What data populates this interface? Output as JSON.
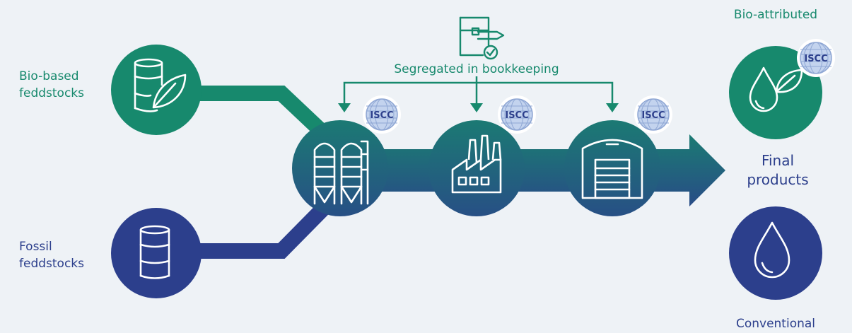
{
  "labels": {
    "bio_feed_line1": "Bio-based",
    "bio_feed_line2": "feddstocks",
    "fossil_feed_line1": "Fossil",
    "fossil_feed_line2": "feddstocks",
    "bookkeeping": "Segregated in bookkeeping",
    "bio_attributed": "Bio-attributed",
    "final_line1": "Final",
    "final_line2": "products",
    "conventional": "Conventional"
  },
  "badge_text": "ISCC",
  "colors": {
    "green": "#17896d",
    "blue": "#2c3f8c",
    "background": "#eef2f6",
    "badge": "#c3d3ee"
  },
  "icons": [
    "barrel-leaf-icon",
    "barrel-icon",
    "silos-icon",
    "factory-icon",
    "warehouse-icon",
    "bio-drop-icon",
    "drop-icon",
    "ledger-pen-icon",
    "iscc-globe-icon"
  ]
}
